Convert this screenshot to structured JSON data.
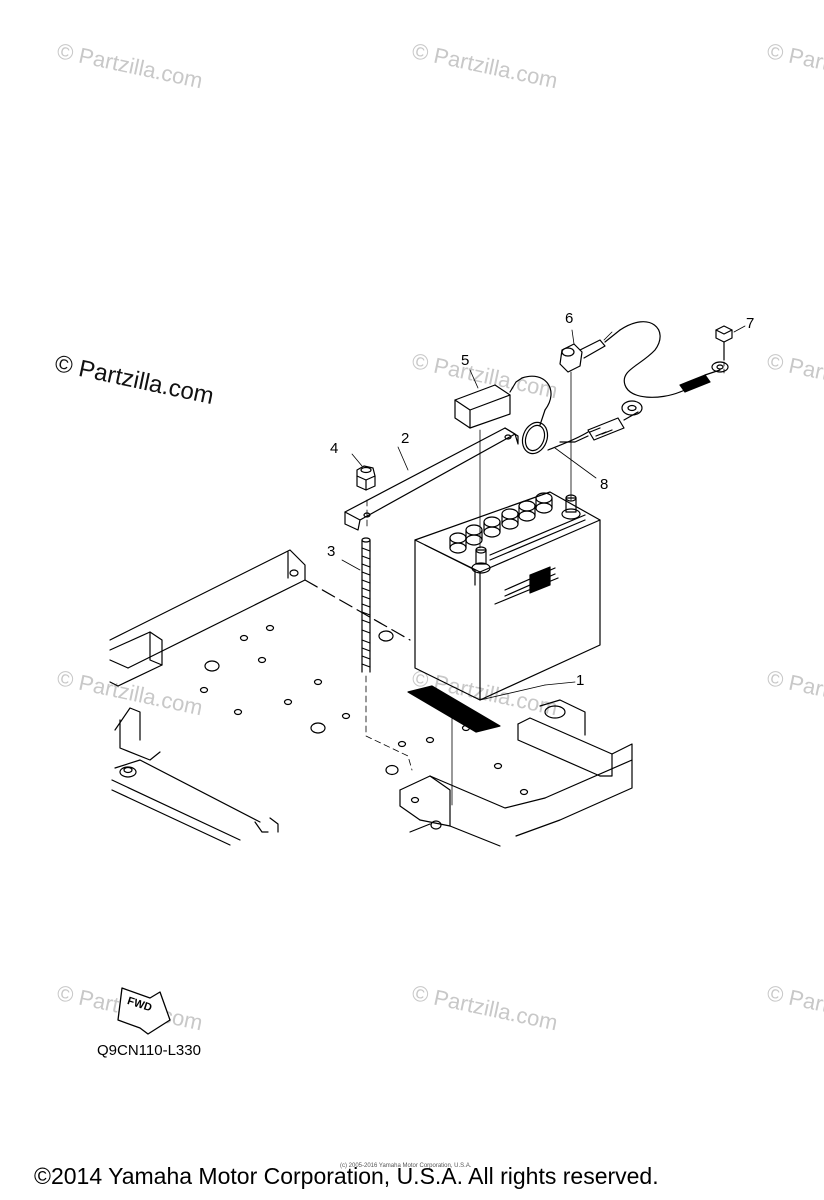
{
  "watermark": {
    "text": "© Partzilla.com",
    "prominent_text": "© Partzilla.com"
  },
  "callouts": [
    "1",
    "2",
    "3",
    "4",
    "5",
    "6",
    "7",
    "8"
  ],
  "fwd_badge": {
    "label": "FWD",
    "icon": "fwd-arrow-icon"
  },
  "diagram_code": "Q9CN110-L330",
  "fine_print": "(c) 2005-2016 Yamaha Motor Corporation, U.S.A.",
  "footer": {
    "copyright": "©2014 Yamaha Motor Corporation, U.S.A. All rights reserved."
  }
}
